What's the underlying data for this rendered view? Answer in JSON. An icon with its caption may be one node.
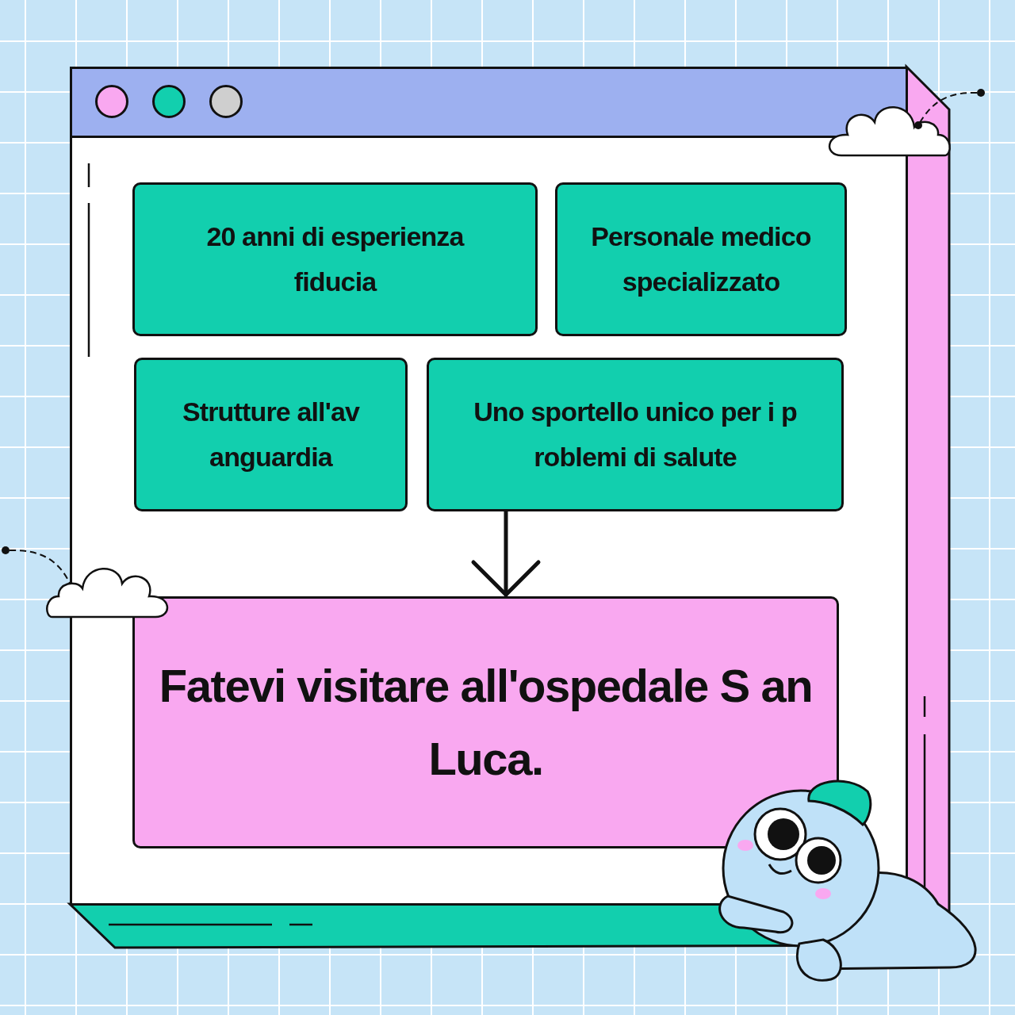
{
  "diagram": {
    "nodes": [
      {
        "text": [
          "20 anni di esperienza fiducia"
        ]
      },
      {
        "text": [
          "Personale medico specializzato"
        ]
      },
      {
        "text": [
          "Strutture all'av anguardia"
        ]
      },
      {
        "text": [
          "Uno sportello unico per i p roblemi di salute"
        ]
      },
      {
        "text": [
          "Fatevi visitare all'ospedale S an Luca."
        ]
      }
    ],
    "edges": [
      {
        "from": 3,
        "to": 4,
        "arrow": "to"
      }
    ]
  }
}
